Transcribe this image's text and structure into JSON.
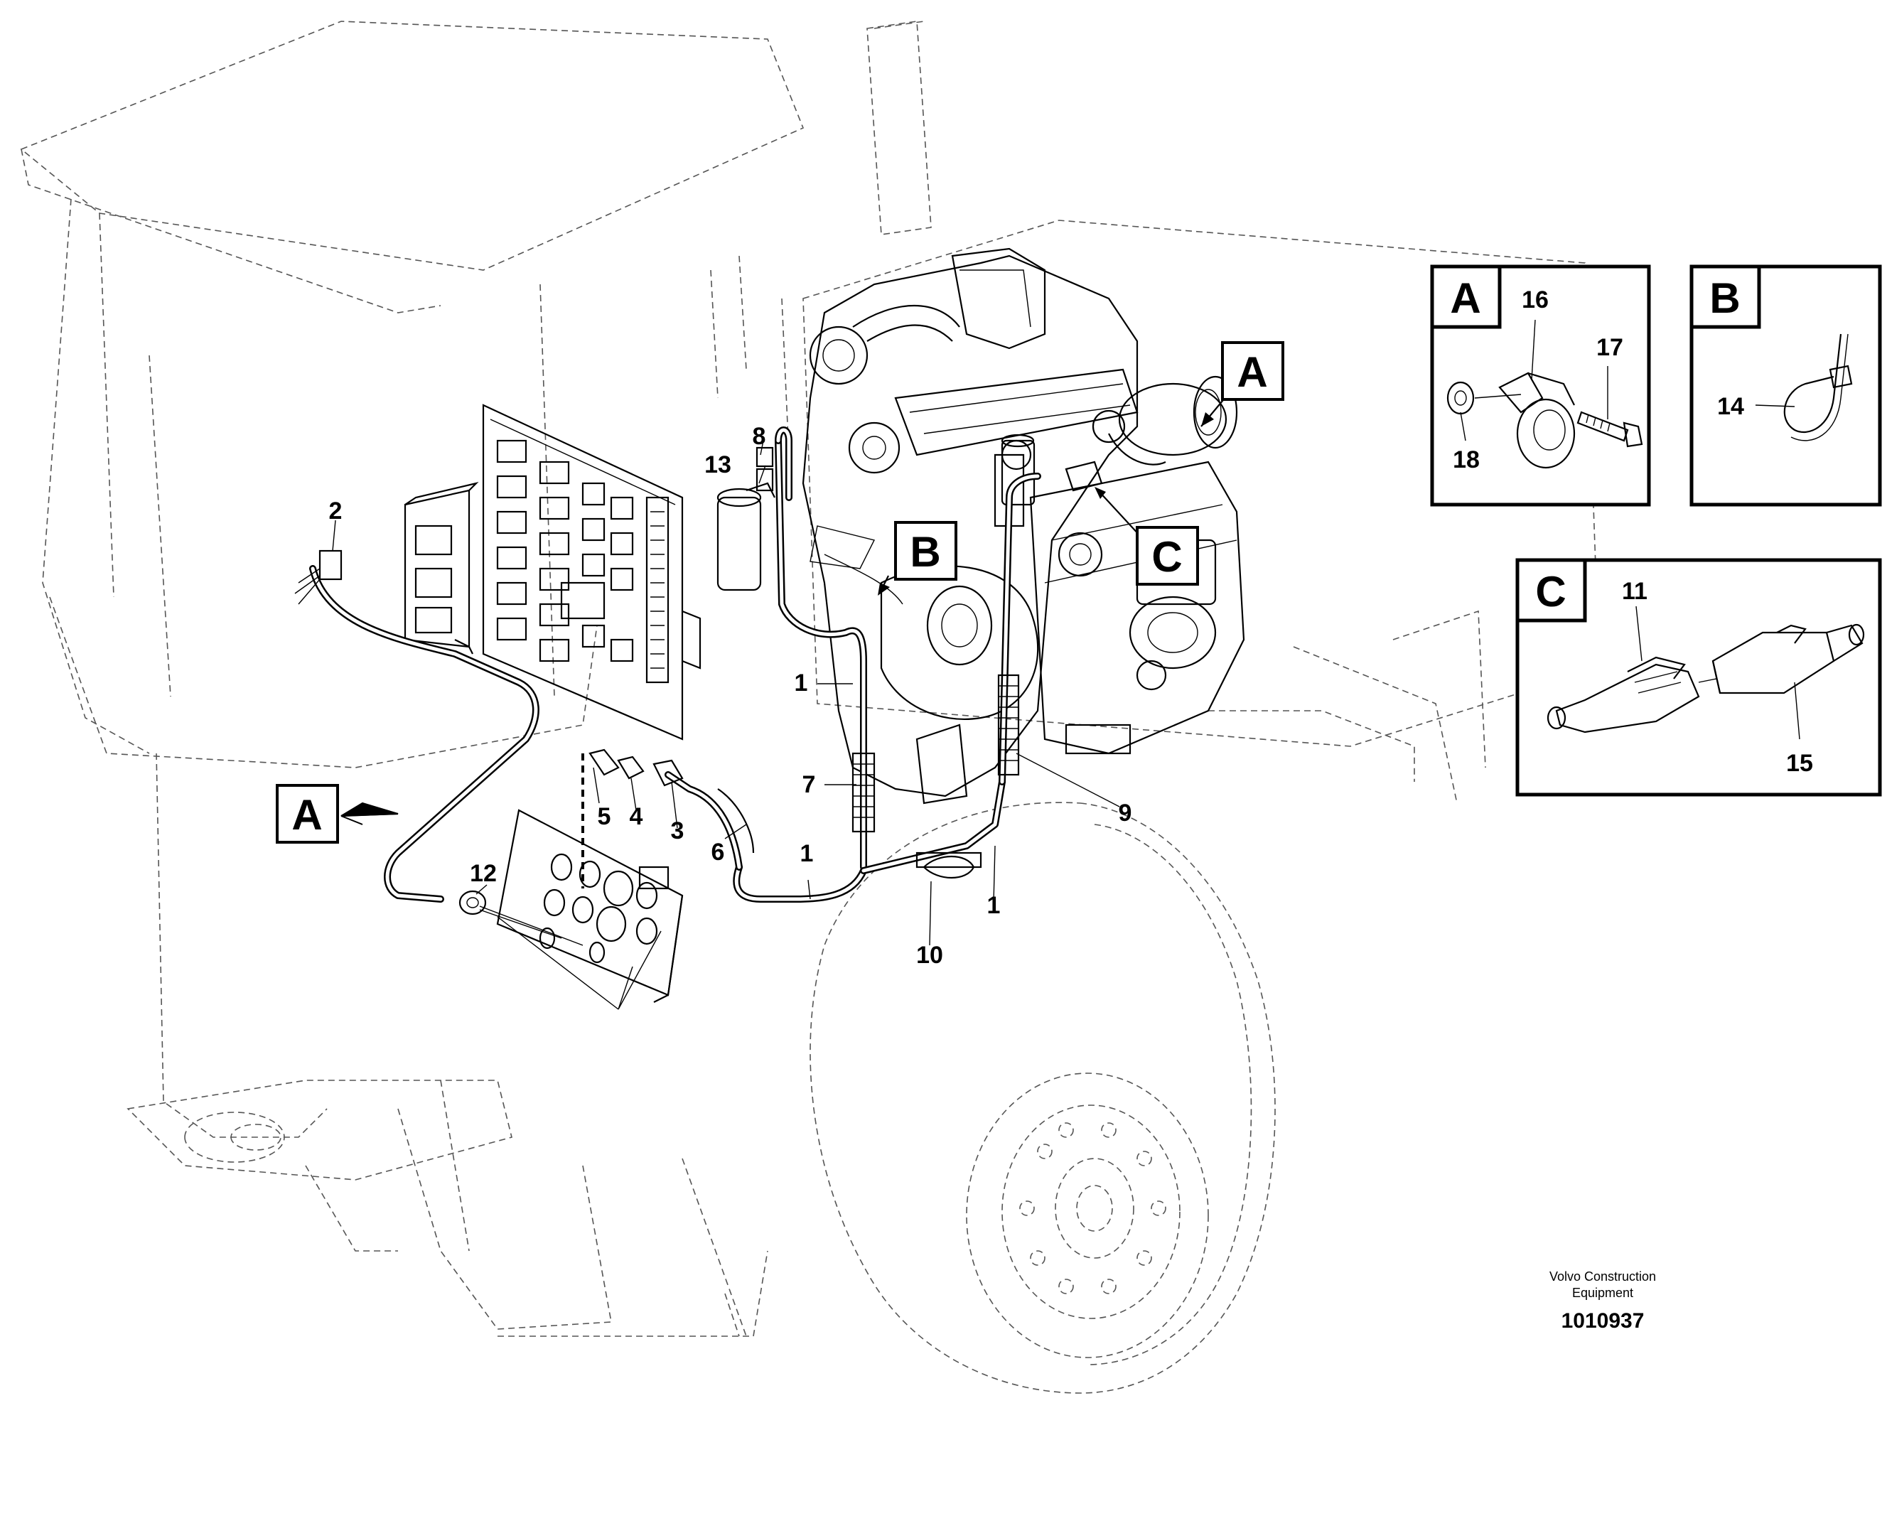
{
  "callouts": {
    "n1a": "1",
    "n1b": "1",
    "n1c": "1",
    "n2": "2",
    "n3": "3",
    "n4": "4",
    "n5": "5",
    "n6": "6",
    "n7": "7",
    "n8": "8",
    "n9": "9",
    "n10": "10",
    "n12": "12",
    "n13": "13",
    "n11": "11",
    "n14": "14",
    "n15": "15",
    "n16": "16",
    "n17": "17",
    "n18": "18"
  },
  "view_tags": {
    "main_a_left": "A",
    "main_a_right": "A",
    "main_b": "B",
    "main_c": "C"
  },
  "detail_panels": {
    "a": {
      "letter": "A",
      "parts": [
        "16",
        "17",
        "18"
      ]
    },
    "b": {
      "letter": "B",
      "parts": [
        "14"
      ]
    },
    "c": {
      "letter": "C",
      "parts": [
        "11",
        "15"
      ]
    }
  },
  "footer": {
    "company_line1": "Volvo Construction",
    "company_line2": "Equipment",
    "drawing_number": "1010937"
  }
}
